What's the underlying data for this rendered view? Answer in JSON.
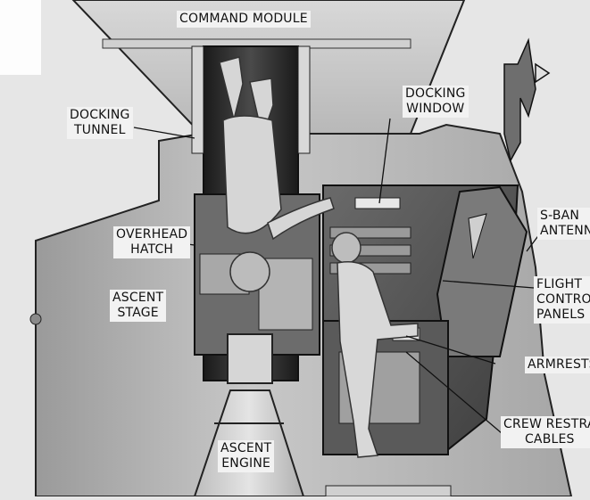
{
  "diagram": {
    "subject": "Lunar module ascent stage cutaway with two astronauts",
    "labels": {
      "command_module": "COMMAND MODULE",
      "docking_tunnel": [
        "DOCKING",
        "TUNNEL"
      ],
      "docking_window": [
        "DOCKING",
        "WINDOW"
      ],
      "s_band_antenna": [
        "S-BAN",
        "ANTENN"
      ],
      "overhead_hatch": [
        "OVERHEAD",
        "HATCH"
      ],
      "flight_control_panels": [
        "FLIGHT",
        "CONTRO",
        "PANELS"
      ],
      "ascent_stage": [
        "ASCENT",
        "STAGE"
      ],
      "armrests": "ARMRESTS",
      "crew_restraint_cables": [
        "CREW RESTRA",
        "CABLES"
      ],
      "ascent_engine": [
        "ASCENT",
        "ENGINE"
      ]
    }
  }
}
